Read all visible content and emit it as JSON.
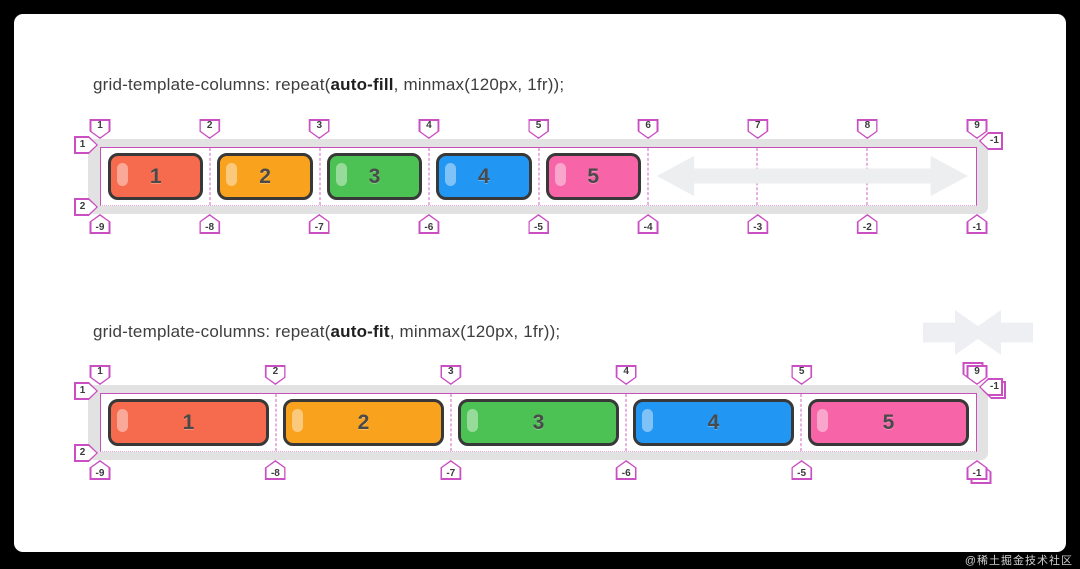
{
  "watermark": "@稀土掘金技术社区",
  "colors": {
    "overlay_magenta": "#c94fc2",
    "track_gray": "#e2e2e2",
    "arrow_gray": "#edeff2",
    "item_border": "#383838",
    "item_number": "#4a4a4a"
  },
  "sections": {
    "auto_fill": {
      "title_prefix": "grid-template-columns: repeat(",
      "title_keyword": "auto-fill",
      "title_suffix": ", minmax(120px, 1fr));",
      "columns": 8,
      "items": [
        {
          "label": "1",
          "color": "#f66a4d"
        },
        {
          "label": "2",
          "color": "#f9a21d"
        },
        {
          "label": "3",
          "color": "#4cc254"
        },
        {
          "label": "4",
          "color": "#2196f3"
        },
        {
          "label": "5",
          "color": "#f765a8"
        }
      ],
      "top_lines": [
        {
          "label": "1",
          "pos": "0%"
        },
        {
          "label": "2",
          "pos": "12.5%"
        },
        {
          "label": "3",
          "pos": "25%"
        },
        {
          "label": "4",
          "pos": "37.5%"
        },
        {
          "label": "5",
          "pos": "50%"
        },
        {
          "label": "6",
          "pos": "62.5%"
        },
        {
          "label": "7",
          "pos": "75%"
        },
        {
          "label": "8",
          "pos": "87.5%"
        },
        {
          "label": "9",
          "pos": "100%"
        }
      ],
      "bottom_lines": [
        {
          "label": "-9",
          "pos": "0%"
        },
        {
          "label": "-8",
          "pos": "12.5%"
        },
        {
          "label": "-7",
          "pos": "25%"
        },
        {
          "label": "-6",
          "pos": "37.5%"
        },
        {
          "label": "-5",
          "pos": "50%"
        },
        {
          "label": "-4",
          "pos": "62.5%"
        },
        {
          "label": "-3",
          "pos": "75%"
        },
        {
          "label": "-2",
          "pos": "87.5%"
        },
        {
          "label": "-1",
          "pos": "100%"
        }
      ],
      "inner_lines": [
        "12.5%",
        "25%",
        "37.5%",
        "50%",
        "62.5%",
        "75%",
        "87.5%"
      ],
      "left_lines": [
        {
          "label": "1"
        },
        {
          "label": "2"
        }
      ],
      "right_line": {
        "label": "-1",
        "stacked": false
      }
    },
    "auto_fit": {
      "title_prefix": "grid-template-columns: repeat(",
      "title_keyword": "auto-fit",
      "title_suffix": ", minmax(120px, 1fr));",
      "columns": 5,
      "items": [
        {
          "label": "1",
          "color": "#f66a4d"
        },
        {
          "label": "2",
          "color": "#f9a21d"
        },
        {
          "label": "3",
          "color": "#4cc254"
        },
        {
          "label": "4",
          "color": "#2196f3"
        },
        {
          "label": "5",
          "color": "#f765a8"
        }
      ],
      "top_lines": [
        {
          "label": "1",
          "pos": "0%"
        },
        {
          "label": "2",
          "pos": "20%"
        },
        {
          "label": "3",
          "pos": "40%"
        },
        {
          "label": "4",
          "pos": "60%"
        },
        {
          "label": "5",
          "pos": "80%"
        },
        {
          "label": "9",
          "pos": "100%",
          "stacked": true
        }
      ],
      "bottom_lines": [
        {
          "label": "-9",
          "pos": "0%"
        },
        {
          "label": "-8",
          "pos": "20%"
        },
        {
          "label": "-7",
          "pos": "40%"
        },
        {
          "label": "-6",
          "pos": "60%"
        },
        {
          "label": "-5",
          "pos": "80%"
        },
        {
          "label": "-1",
          "pos": "100%",
          "stacked": true
        }
      ],
      "inner_lines": [
        "20%",
        "40%",
        "60%",
        "80%"
      ],
      "left_lines": [
        {
          "label": "1"
        },
        {
          "label": "2"
        }
      ],
      "right_line": {
        "label": "-1",
        "stacked": true
      }
    }
  }
}
